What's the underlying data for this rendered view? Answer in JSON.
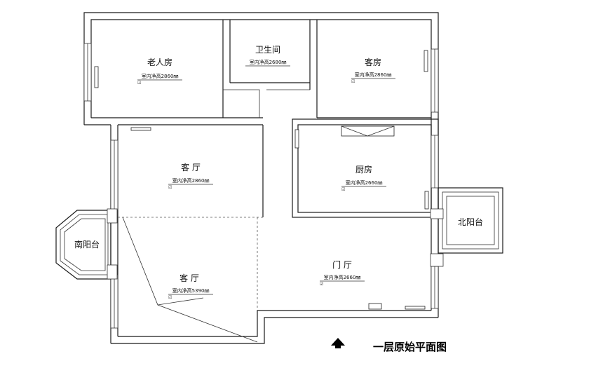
{
  "plan_title": "一层原始平面图",
  "rooms": {
    "elderly_room": {
      "name": "老人房",
      "height": "室内净高2860㎜",
      "mark": "☑"
    },
    "bathroom": {
      "name": "卫生间",
      "height": "室内净高2680㎜"
    },
    "guest_room": {
      "name": "客房",
      "height": "室内净高2860㎜",
      "mark": "☑"
    },
    "living_upper": {
      "name": "客  厅",
      "height": "室内净高2860㎜",
      "mark": "☑"
    },
    "kitchen": {
      "name": "厨房",
      "height": "室内净高2660㎜",
      "mark": "☑"
    },
    "south_balcony": {
      "name": "南阳台"
    },
    "north_balcony": {
      "name": "北阳台"
    },
    "foyer": {
      "name": "门 厅",
      "height": "室内净高2660㎜",
      "mark": "☑"
    },
    "living_lower": {
      "name": "客  厅",
      "height": "室内净高5390㎜",
      "mark": "☑"
    }
  },
  "colors": {
    "wall": "#1a1a1a",
    "background": "#ffffff"
  },
  "icons": {
    "entrance": "arrow-up-icon"
  }
}
